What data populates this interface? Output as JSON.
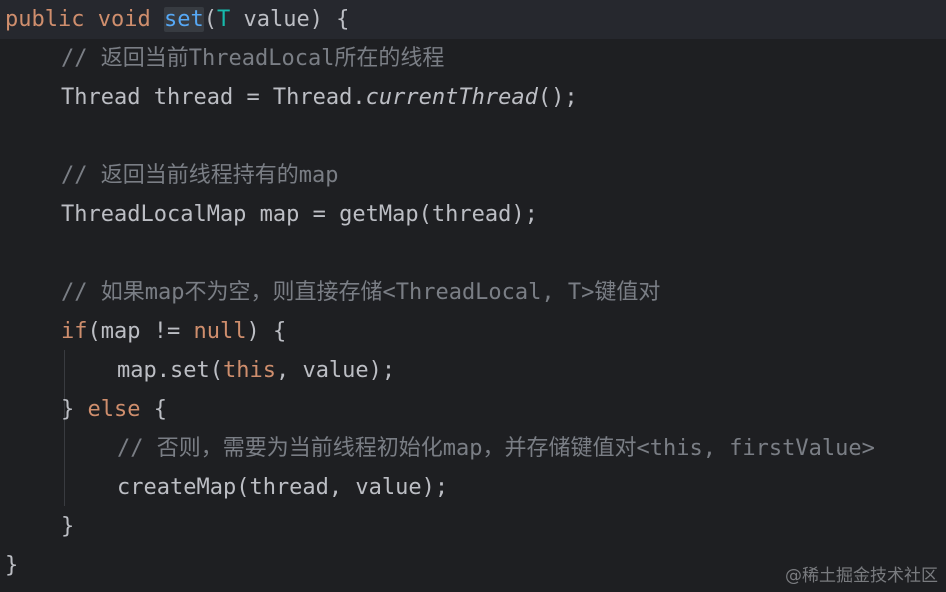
{
  "code": {
    "kw_public": "public",
    "kw_void": "void",
    "method_name": "set",
    "type_param": "T",
    "param_value": " value) {",
    "comment_1": "// 返回当前ThreadLocal所在的线程",
    "line3_type": "Thread",
    "line3_mid": " thread = Thread.",
    "line3_call": "currentThread",
    "line3_end": "();",
    "comment_2": "// 返回当前线程持有的map",
    "line6_text": "ThreadLocalMap map = getMap(thread);",
    "comment_3": "// 如果map不为空，则直接存储<ThreadLocal, T>键值对",
    "kw_if": "if",
    "line9_mid": "(map != ",
    "kw_null": "null",
    "line9_end": ") {",
    "line10_pre": "map.set(",
    "kw_this": "this",
    "line10_end": ", value);",
    "line11_pre": "} ",
    "kw_else": "else",
    "line11_end": " {",
    "comment_4": "// 否则，需要为当前线程初始化map，并存储键值对<this, firstValue>",
    "line13_text": "createMap(thread, value);",
    "line14_text": "}",
    "line15_text": "}"
  },
  "watermark": "@稀土掘金技术社区",
  "colors": {
    "background": "#1e1f22",
    "keyword": "#cf8e6d",
    "function": "#56a8f5",
    "type_param": "#16baac",
    "comment": "#7a7e85",
    "text": "#bcbec4"
  }
}
